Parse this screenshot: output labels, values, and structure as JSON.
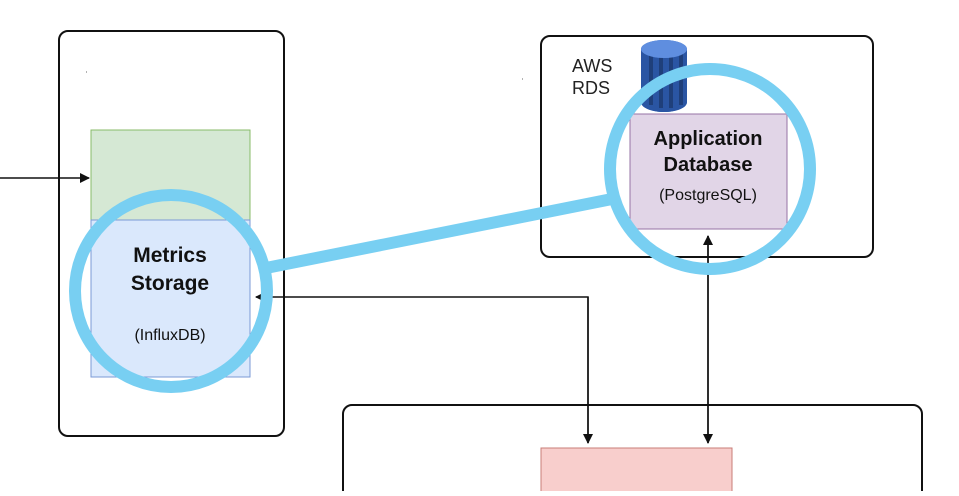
{
  "aws": {
    "label_line1": "AWS",
    "label_line2": "RDS",
    "icon": "aws-rds-database-icon"
  },
  "metrics_storage": {
    "title_line1": "Metrics",
    "title_line2": "Storage",
    "subtitle": "(InfluxDB)"
  },
  "application_database": {
    "title_line1": "Application",
    "title_line2": "Database",
    "subtitle": "(PostgreSQL)"
  },
  "colors": {
    "highlight_ring": "#78cff2",
    "metrics_fill": "#dae8fc",
    "metrics_stroke": "#7b9ad6",
    "green_fill": "#d5e8d4",
    "green_stroke": "#88bb6a",
    "appdb_fill": "#e1d5e7",
    "appdb_stroke": "#9673a6",
    "red_fill": "#f8cecc",
    "red_stroke": "#c87d77",
    "container_stroke": "#111111",
    "rds_icon_dark": "#1f3f7a",
    "rds_icon_light": "#3f74c7"
  }
}
